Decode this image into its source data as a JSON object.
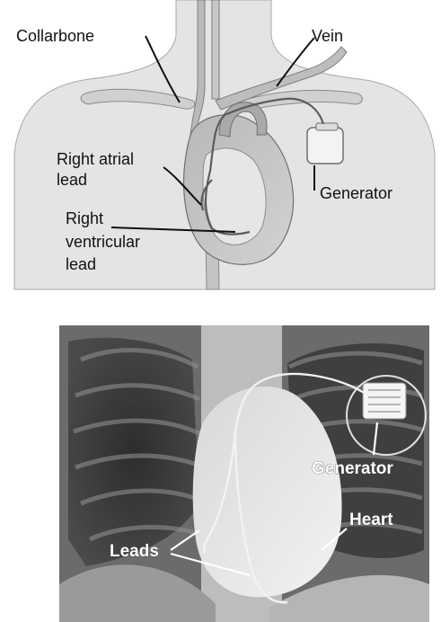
{
  "illustration": {
    "labels": {
      "collarbone": "Collarbone",
      "vein": "Vein",
      "right_atrial_line1": "Right atrial",
      "right_atrial_line2": "lead",
      "generator": "Generator",
      "right_ventricular_line1": "Right",
      "right_ventricular_line2": "ventricular",
      "right_ventricular_line3": "lead"
    }
  },
  "xray": {
    "labels": {
      "generator": "Generator",
      "heart": "Heart",
      "leads": "Leads"
    }
  },
  "colors": {
    "body": "#e3e3e3",
    "heart": "#c2c2c2",
    "xray_dark": "#2b2b2b",
    "xray_light": "#e8e8e8"
  }
}
